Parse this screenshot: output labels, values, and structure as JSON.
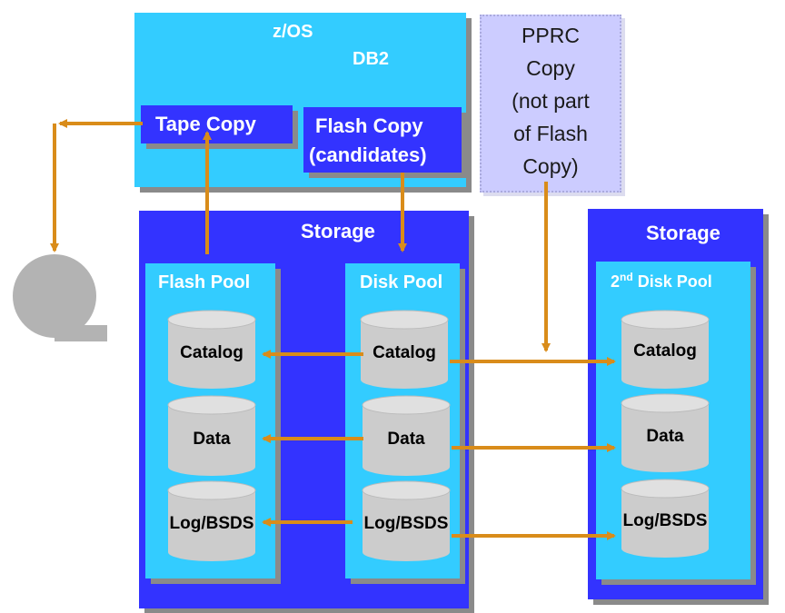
{
  "host": {
    "os_label": "z/OS",
    "db_label": "DB2",
    "tape_copy_label": "Tape Copy",
    "flash_copy_line1": "Flash Copy",
    "flash_copy_line2": "(candidates)"
  },
  "pprc_note": {
    "lines": [
      "PPRC",
      "Copy",
      "(not part",
      "of Flash",
      "Copy)"
    ]
  },
  "primary_storage": {
    "title": "Storage",
    "flash_pool": {
      "title": "Flash Pool",
      "volumes": [
        "Catalog",
        "Data",
        "Log/BSDS"
      ]
    },
    "disk_pool": {
      "title": "Disk Pool",
      "volumes": [
        "Catalog",
        "Data",
        "Log/BSDS"
      ]
    }
  },
  "secondary_storage": {
    "title": "Storage",
    "pool_title_main": "2",
    "pool_title_sup": "nd",
    "pool_title_rest": " Disk Pool",
    "volumes": [
      "Catalog",
      "Data",
      "Log/BSDS"
    ]
  },
  "colors": {
    "host_bg": "#33ccff",
    "storage_bg": "#3333ff",
    "pool_bg": "#33ccff",
    "pprc_bg": "#ccccff",
    "arrow": "#d98c1a",
    "cylinder": "#cccccc",
    "tape_icon": "#b3b3b3"
  }
}
